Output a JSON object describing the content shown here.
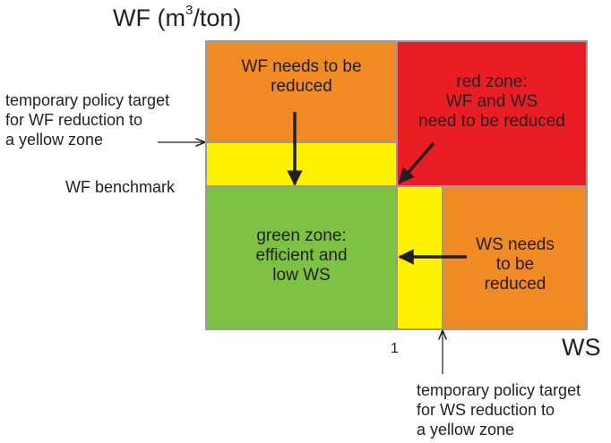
{
  "title": {
    "prefix": "WF (m",
    "superscript": "3",
    "suffix": "/ton)"
  },
  "x_axis_label": "WS",
  "x_tick_label": "1",
  "benchmark_label": "WF benchmark",
  "zones": {
    "wf_reduce": {
      "label": "WF needs to be\nreduced",
      "color": "#f08a24"
    },
    "red": {
      "label": "red zone:\nWF and WS\nneed to be reduced",
      "color": "#ea1c24"
    },
    "yellow_wf": {
      "color": "#fff200"
    },
    "green": {
      "label": "green zone:\nefficient and\nlow WS",
      "color": "#7dc242"
    },
    "yellow_ws": {
      "color": "#fff200"
    },
    "ws_reduce": {
      "label": "WS needs\nto be\nreduced",
      "color": "#f08a24"
    }
  },
  "annotations": {
    "wf_target": "temporary policy target\nfor WF reduction to\na yellow zone",
    "ws_target": "temporary policy target\nfor WS reduction to\na yellow zone"
  },
  "colors": {
    "border": "#9a9a9a",
    "arrow": "#231f20",
    "text": "#231f20"
  }
}
